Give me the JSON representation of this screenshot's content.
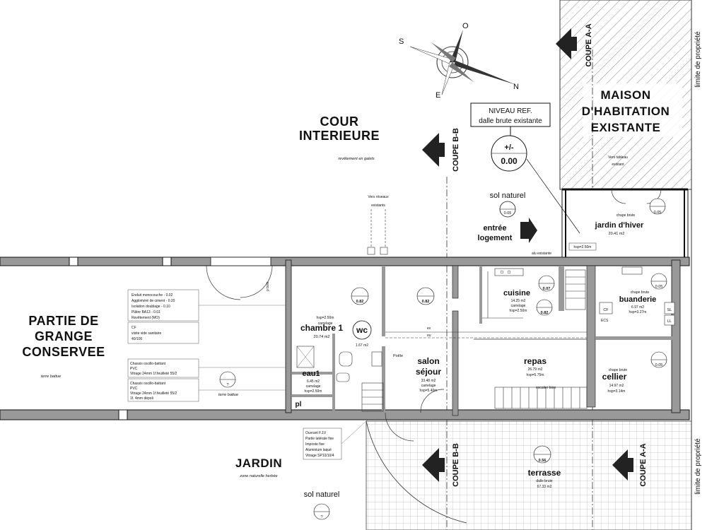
{
  "compass": {
    "s": "S",
    "o": "O",
    "n": "N",
    "e": "E"
  },
  "courtyard": {
    "line1": "COUR",
    "line2": "INTERIEURE",
    "note": "revêtement en galets"
  },
  "house": {
    "line1": "MAISON",
    "line2": "D'HABITATION",
    "line3": "EXISTANTE",
    "note1": "Vers tableau",
    "note2": "existant"
  },
  "barn": {
    "line1": "PARTIE DE",
    "line2": "GRANGE",
    "line3": "CONSERVEE",
    "note": "terre battue",
    "level_note": "terre battue"
  },
  "garden": {
    "title": "JARDIN",
    "note": "zone naturelle herbée",
    "sol": "sol naturel"
  },
  "reference": {
    "title1": "NIVEAU REF.",
    "title2": "dalle brute existante",
    "sign": "+/-",
    "value": "0.00"
  },
  "sol_naturel": {
    "label": "sol naturel",
    "value": "0.05"
  },
  "entree": {
    "line1": "entrée",
    "line2": "logement"
  },
  "reseaux": {
    "line1": "Vers réseaux",
    "line2": "existants"
  },
  "limits": {
    "top": "limite de propriété",
    "bottom": "limite de propriété"
  },
  "coupes": {
    "aa_top": "COUPE A-A",
    "bb_top": "COUPE B-B",
    "bb_bottom": "COUPE B-B",
    "aa_bottom": "COUPE A-A"
  },
  "wall_notes": {
    "top": [
      "Enduit monocouche - 0.02",
      "Aggloméré de ciment - 0.20",
      "Isolation doublage - 0.10",
      "Plâtre BA13 - 0.01",
      "Revêtement (MO)"
    ],
    "middle": [
      "CF",
      "visite vide sanitaire",
      "40/100"
    ],
    "chassis1": [
      "Chassis oscillo-battant",
      "PVC",
      "Vitrage 24mm 1f.feuilleté 55/2"
    ],
    "chassis2": [
      "Chassis oscillo-battant",
      "PVC",
      "Vitrage 24mm 1f.feuilleté 55/2",
      "1f. 4mm dépoli"
    ],
    "bottom": [
      "Ouvrant F.1V",
      "Partie latérale fixe",
      "Imposte fixe",
      "Aluminium laqué",
      "Vitrage SP10/10/4"
    ]
  },
  "rooms": {
    "jardin_hiver": {
      "name": "jardin d'hiver",
      "area": "20.41 m2",
      "finish": "chape brute",
      "level": "0.05"
    },
    "chambre": {
      "name": "chambre 1",
      "hsp": "hsp=2.50m",
      "finish": "carrelage",
      "area": "20.74 m2",
      "level": "0.82"
    },
    "wc": {
      "name": "wc",
      "area": "1.67 m2"
    },
    "eau": {
      "name": "eau1",
      "area": "6.45 m2",
      "finish": "carrelage",
      "hsp": "hsp=2.50m"
    },
    "pl": {
      "name": "pl"
    },
    "salon": {
      "line1": "salon",
      "line2": "séjour",
      "area": "33.48 m2",
      "finish": "carrelage",
      "hsp": "hsp=5.40m",
      "level": "0.82"
    },
    "cuisine": {
      "name": "cuisine",
      "area": "14.25 m2",
      "finish": "carrelage",
      "hsp": "hsp=2.50m",
      "level": "0.82"
    },
    "repas": {
      "name": "repas",
      "area": "26.79 m2",
      "hsp": "hsp=5.75m",
      "stair": "escalier bois"
    },
    "buanderie": {
      "name": "buanderie",
      "finish": "chape brute",
      "area": "6.97 m2",
      "hsp": "hsp=3.27m",
      "level": "0.05"
    },
    "cellier": {
      "name": "cellier",
      "finish": "chape brute",
      "area": "14.97 m2",
      "hsp": "hsp=3.14m",
      "level": "0.05"
    },
    "terrasse": {
      "name": "terrasse",
      "finish": "dalle brute",
      "area": "67.33 m2",
      "level": "0.56"
    },
    "hall_level": "0.07",
    "grange_level": "?"
  },
  "misc": {
    "poele": "Poêle",
    "cf": "CF",
    "sl": "SL",
    "ll": "LL",
    "ecs": "ECS",
    "hsp_entry": "hsp=2.50m",
    "seuil": "alu existante",
    "plus": "+",
    "p_bois": "p bois",
    "ev": "ev",
    "eu": "eu"
  }
}
